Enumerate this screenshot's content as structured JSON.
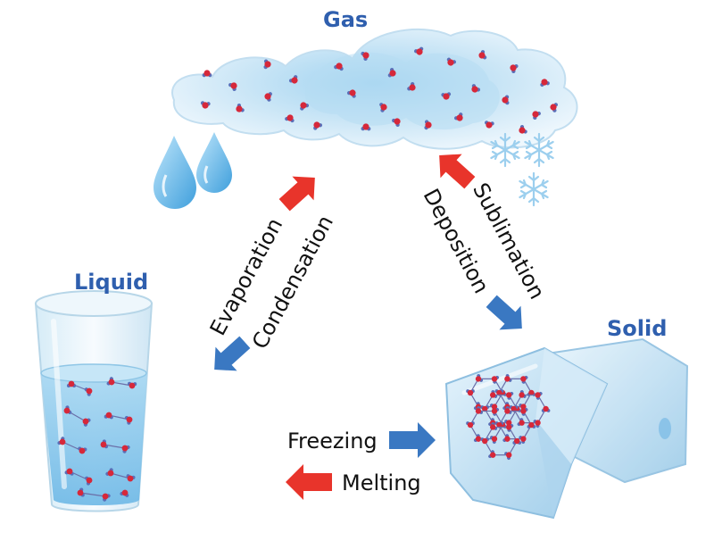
{
  "states": {
    "gas": "Gas",
    "liquid": "Liquid",
    "solid": "Solid"
  },
  "processes": {
    "evaporation": "Evaporation",
    "condensation": "Condensation",
    "deposition": "Deposition",
    "sublimation": "Sublimation",
    "freezing": "Freezing",
    "melting": "Melting"
  },
  "colors": {
    "state_label": "#2f5fae",
    "arrow_red": "#e8342b",
    "arrow_blue": "#3a78c2",
    "cloud": "#d9ecf8",
    "ice": "#cfe6f6",
    "water": "#9fd0ef",
    "molecule_oxygen": "#d6283a",
    "molecule_hydrogen": "#5a6fb8"
  },
  "icons": {
    "droplet": "water-droplet-icon",
    "snowflake": "snowflake-icon"
  }
}
